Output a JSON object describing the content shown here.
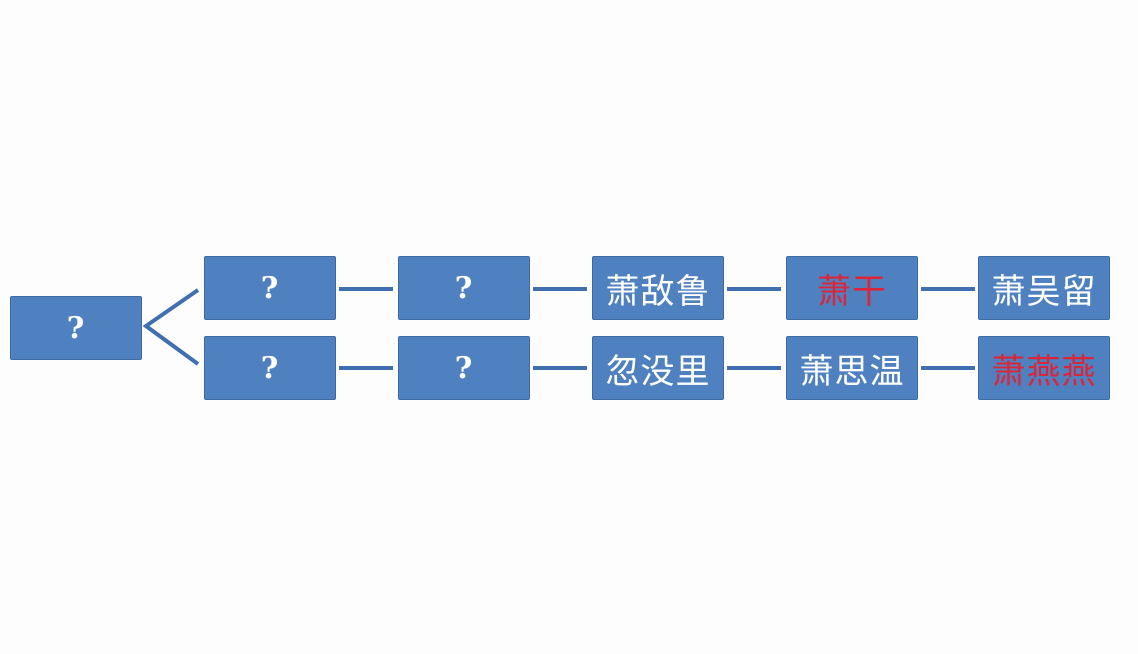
{
  "root": {
    "label": "?"
  },
  "rows": [
    {
      "nodes": [
        {
          "label": "?",
          "highlight": false
        },
        {
          "label": "?",
          "highlight": false
        },
        {
          "label": "萧敌鲁",
          "highlight": false
        },
        {
          "label": "萧干",
          "highlight": true
        },
        {
          "label": "萧吴留",
          "highlight": false
        }
      ]
    },
    {
      "nodes": [
        {
          "label": "?",
          "highlight": false
        },
        {
          "label": "?",
          "highlight": false
        },
        {
          "label": "忽没里",
          "highlight": false
        },
        {
          "label": "萧思温",
          "highlight": false
        },
        {
          "label": "萧燕燕",
          "highlight": true
        }
      ]
    }
  ],
  "colors": {
    "box_fill": "#4f81c0",
    "connector": "#3f6fb0",
    "text": "#ffffff",
    "highlight_text": "#d8263a"
  }
}
